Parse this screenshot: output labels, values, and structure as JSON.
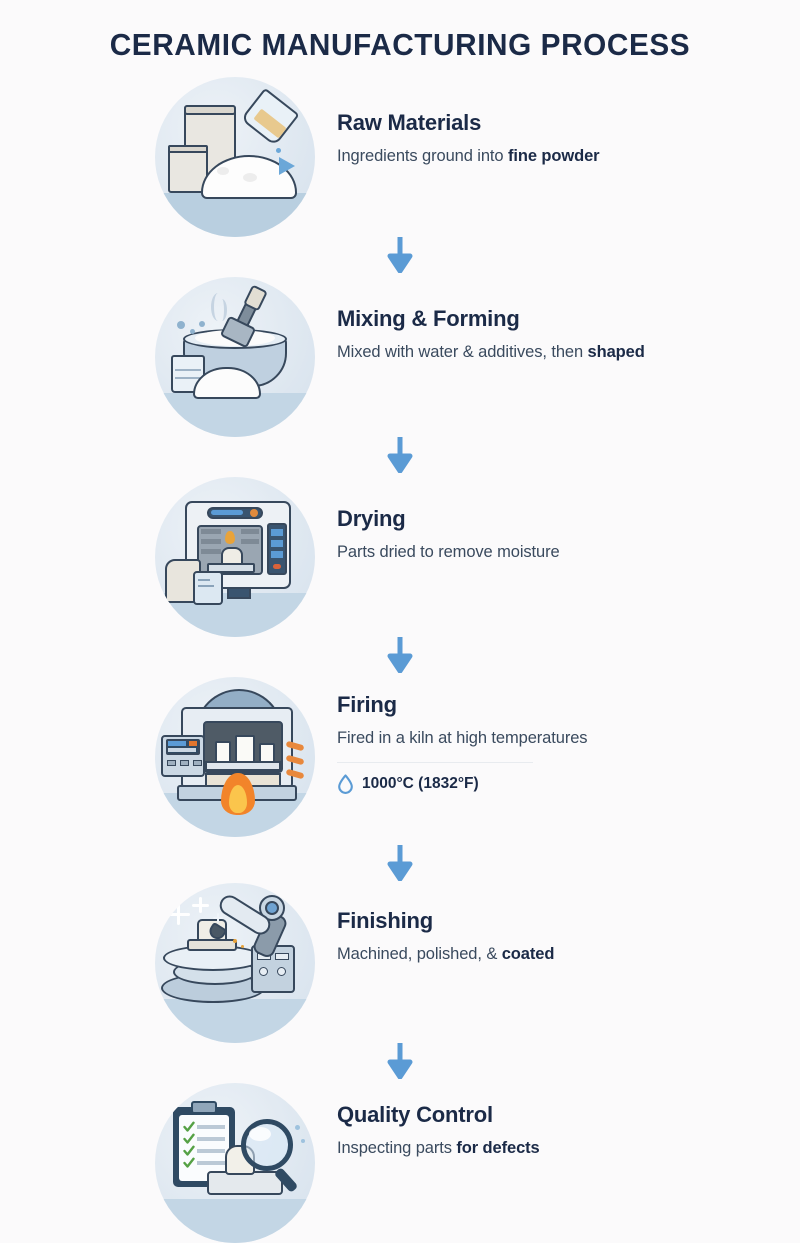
{
  "title": "CERAMIC MANUFACTURING PROCESS",
  "colors": {
    "title": "#1B2A47",
    "heading": "#1B2A47",
    "body": "#3A4A5E",
    "accent_blue": "#5B9BD5",
    "circle_bg": "#E2EAF2",
    "page_bg": "#FBFAFB",
    "check_green": "#55A145",
    "flame_orange": "#F0831E"
  },
  "steps": [
    {
      "id": "raw-materials",
      "title": "Raw Materials",
      "desc_plain": "Ingredients ground into ",
      "desc_bold": "fine powder",
      "icon_name": "raw-materials-illustration"
    },
    {
      "id": "mixing-forming",
      "title": "Mixing & Forming",
      "desc_plain": "Mixed with water & additives, then ",
      "desc_bold": "shaped",
      "icon_name": "mixing-bowl-illustration"
    },
    {
      "id": "drying",
      "title": "Drying",
      "desc_plain": "Parts dried to remove moisture",
      "desc_bold": "",
      "icon_name": "drying-oven-illustration"
    },
    {
      "id": "firing",
      "title": "Firing",
      "desc_plain": "Fired in a kiln at high temperatures",
      "desc_bold": "",
      "icon_name": "kiln-illustration",
      "badge": {
        "icon_name": "droplet-icon",
        "label": "1000°C (1832°F)"
      }
    },
    {
      "id": "finishing",
      "title": "Finishing",
      "desc_plain": "Machined, polished, & ",
      "desc_bold": "coated",
      "icon_name": "robot-arm-illustration"
    },
    {
      "id": "quality-control",
      "title": "Quality Control",
      "desc_plain": "Inspecting parts ",
      "desc_bold": "for defects",
      "icon_name": "clipboard-magnifier-illustration"
    }
  ],
  "connectors": {
    "icon_name": "arrow-down-icon",
    "count": 5
  }
}
